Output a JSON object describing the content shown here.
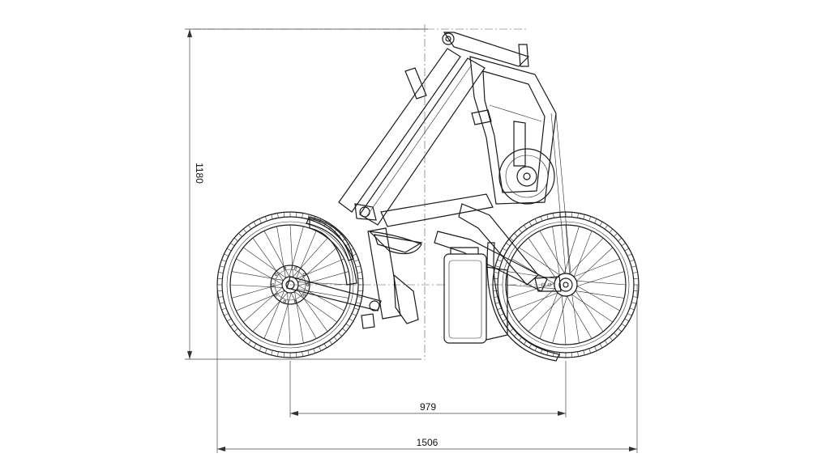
{
  "dimensions": {
    "height_label": "1180",
    "wheelbase_label": "979",
    "overall_length_label": "1506"
  },
  "icons": [
    "folded-bicycle-drawing"
  ],
  "colors": {
    "line": "#1a1a1a",
    "background": "#ffffff"
  }
}
